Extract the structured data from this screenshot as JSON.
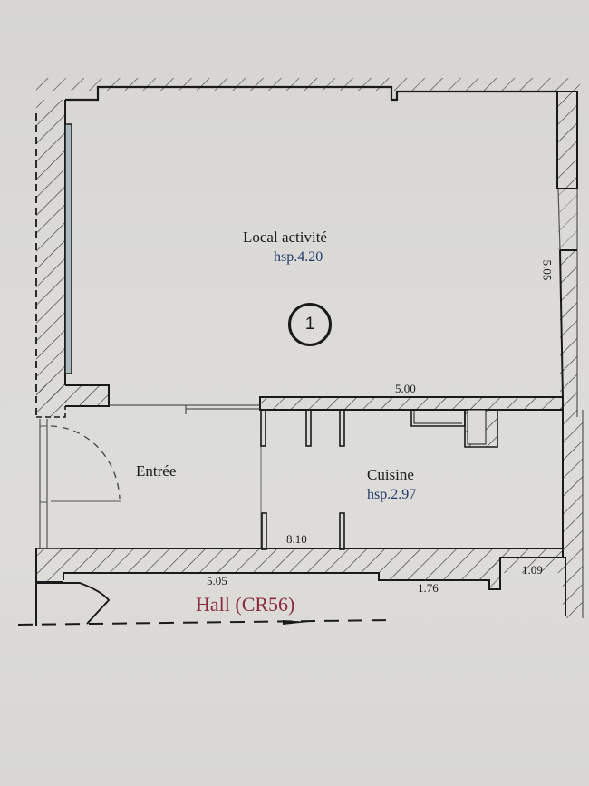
{
  "plan": {
    "rooms": [
      {
        "id": "local",
        "name": "Local activité",
        "height": "hsp.4.20",
        "number": "1"
      },
      {
        "id": "entree",
        "name": "Entrée"
      },
      {
        "id": "cuisine",
        "name": "Cuisine",
        "height": "hsp.2.97"
      }
    ],
    "dimensions": {
      "right_wall_local": "5.05",
      "partition_local_cuisine": "5.00",
      "cuisine_bottom": "8.10",
      "hall_wall_left": "5.05",
      "hall_wall_mid": "1.76",
      "hall_wall_right": "1.09"
    },
    "hall": {
      "label": "Hall (CR56)"
    },
    "colors": {
      "wall_line": "#1a1a1a",
      "hatch": "#3a3a3a",
      "height_text": "#1f3a6a",
      "hall_text": "#8a2a3c",
      "window_fill": "#a9b8bd"
    }
  }
}
